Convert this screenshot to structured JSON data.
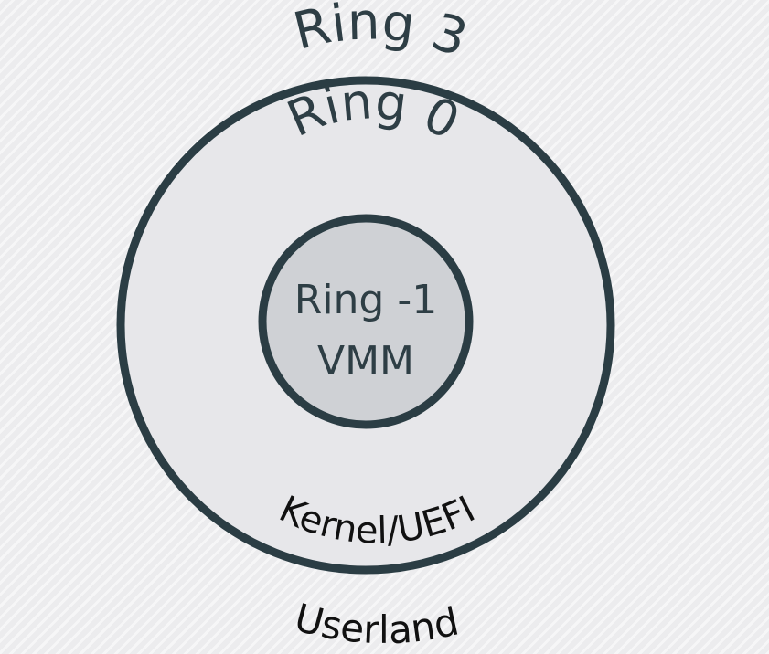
{
  "diagram": {
    "rings": [
      {
        "id": "ring3",
        "label": "Ring 3",
        "sublabel": "Userland"
      },
      {
        "id": "ring0",
        "label": "Ring 0",
        "sublabel": "Kernel/UEFI"
      },
      {
        "id": "ring-1",
        "label": "Ring -1",
        "sublabel": "VMM"
      }
    ],
    "colors": {
      "outline": "#2b3d44",
      "ring0_fill": "#e7e7ea",
      "ring_minus1_fill": "#cfd1d5",
      "text": "#2e3e45"
    }
  }
}
